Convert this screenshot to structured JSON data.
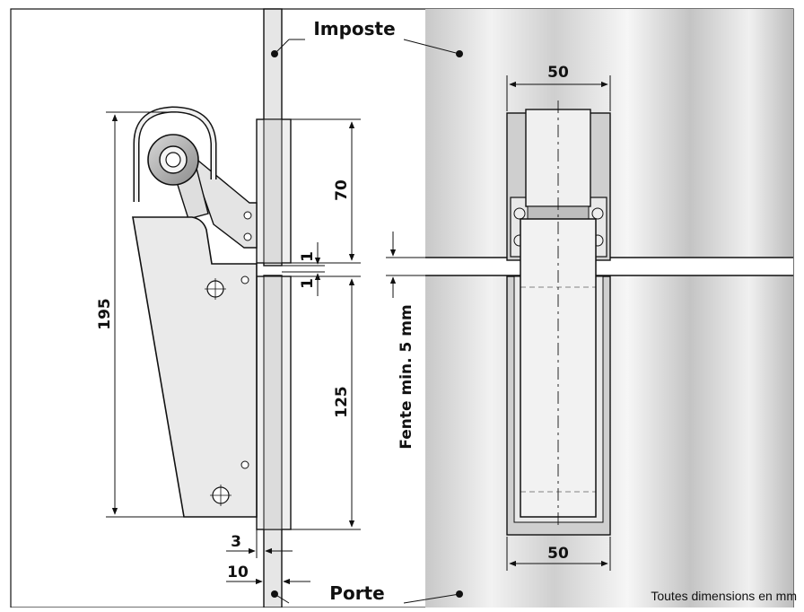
{
  "labels": {
    "imposte": "Imposte",
    "porte": "Porte",
    "fente": "Fente min. 5 mm",
    "note": "Toutes dimensions en mm"
  },
  "dimensions": {
    "overall_height": "195",
    "upper_height": "70",
    "lower_height": "125",
    "gap_top": "1",
    "gap_bottom": "1",
    "plate_thickness": "3",
    "door_thickness": "10",
    "top_width": "50",
    "bottom_width": "50"
  },
  "colors": {
    "line": "#111111",
    "part_fill": "#ececec",
    "glass_light": "#f4f4f4",
    "glass_dark": "#bdbdbd"
  }
}
